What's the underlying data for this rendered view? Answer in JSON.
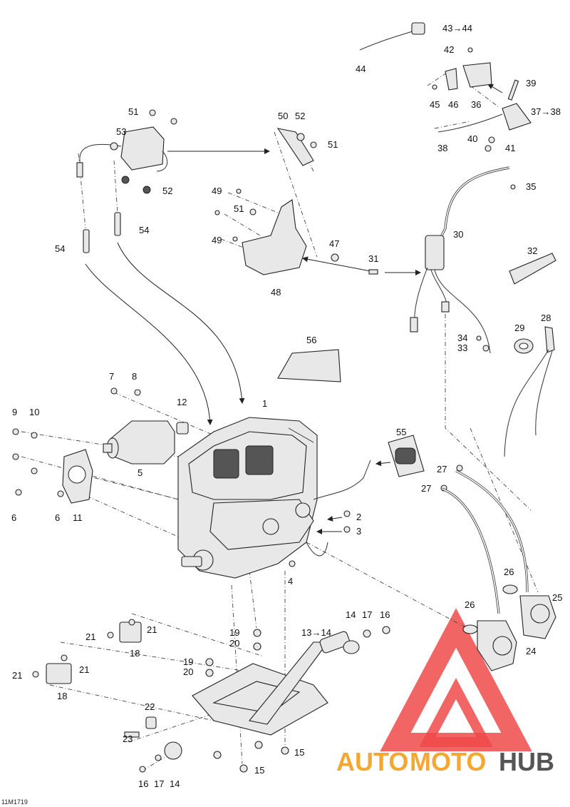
{
  "diagram_code": "11M1719",
  "watermark": {
    "brand_left": "AUTO",
    "brand_mid": "MOTO",
    "brand_right": "HUB",
    "colors": {
      "triangle": "#f04a4a",
      "orange": "#f5a733",
      "gray": "#555555"
    }
  },
  "callouts": [
    {
      "text": "1"
    },
    {
      "text": "2"
    },
    {
      "text": "3"
    },
    {
      "text": "4"
    },
    {
      "text": "5"
    },
    {
      "text": "6"
    },
    {
      "text": "6"
    },
    {
      "text": "7"
    },
    {
      "text": "8"
    },
    {
      "text": "9"
    },
    {
      "text": "10"
    },
    {
      "text": "11"
    },
    {
      "text": "12"
    },
    {
      "text": "13→14"
    },
    {
      "text": "14"
    },
    {
      "text": "14"
    },
    {
      "text": "15"
    },
    {
      "text": "15"
    },
    {
      "text": "16"
    },
    {
      "text": "16"
    },
    {
      "text": "17"
    },
    {
      "text": "17"
    },
    {
      "text": "18"
    },
    {
      "text": "18"
    },
    {
      "text": "19"
    },
    {
      "text": "19"
    },
    {
      "text": "20"
    },
    {
      "text": "20"
    },
    {
      "text": "21"
    },
    {
      "text": "21"
    },
    {
      "text": "21"
    },
    {
      "text": "21"
    },
    {
      "text": "22"
    },
    {
      "text": "23"
    },
    {
      "text": "24"
    },
    {
      "text": "25"
    },
    {
      "text": "26"
    },
    {
      "text": "26"
    },
    {
      "text": "27"
    },
    {
      "text": "27"
    },
    {
      "text": "28"
    },
    {
      "text": "29"
    },
    {
      "text": "30"
    },
    {
      "text": "31"
    },
    {
      "text": "32"
    },
    {
      "text": "33"
    },
    {
      "text": "34"
    },
    {
      "text": "35"
    },
    {
      "text": "36"
    },
    {
      "text": "37→38"
    },
    {
      "text": "38"
    },
    {
      "text": "39"
    },
    {
      "text": "40"
    },
    {
      "text": "41"
    },
    {
      "text": "42"
    },
    {
      "text": "43→44"
    },
    {
      "text": "44"
    },
    {
      "text": "45"
    },
    {
      "text": "46"
    },
    {
      "text": "47"
    },
    {
      "text": "48"
    },
    {
      "text": "49"
    },
    {
      "text": "49"
    },
    {
      "text": "50"
    },
    {
      "text": "51"
    },
    {
      "text": "51"
    },
    {
      "text": "51"
    },
    {
      "text": "52"
    },
    {
      "text": "52"
    },
    {
      "text": "53"
    },
    {
      "text": "54"
    },
    {
      "text": "54"
    },
    {
      "text": "55"
    },
    {
      "text": "56"
    }
  ]
}
